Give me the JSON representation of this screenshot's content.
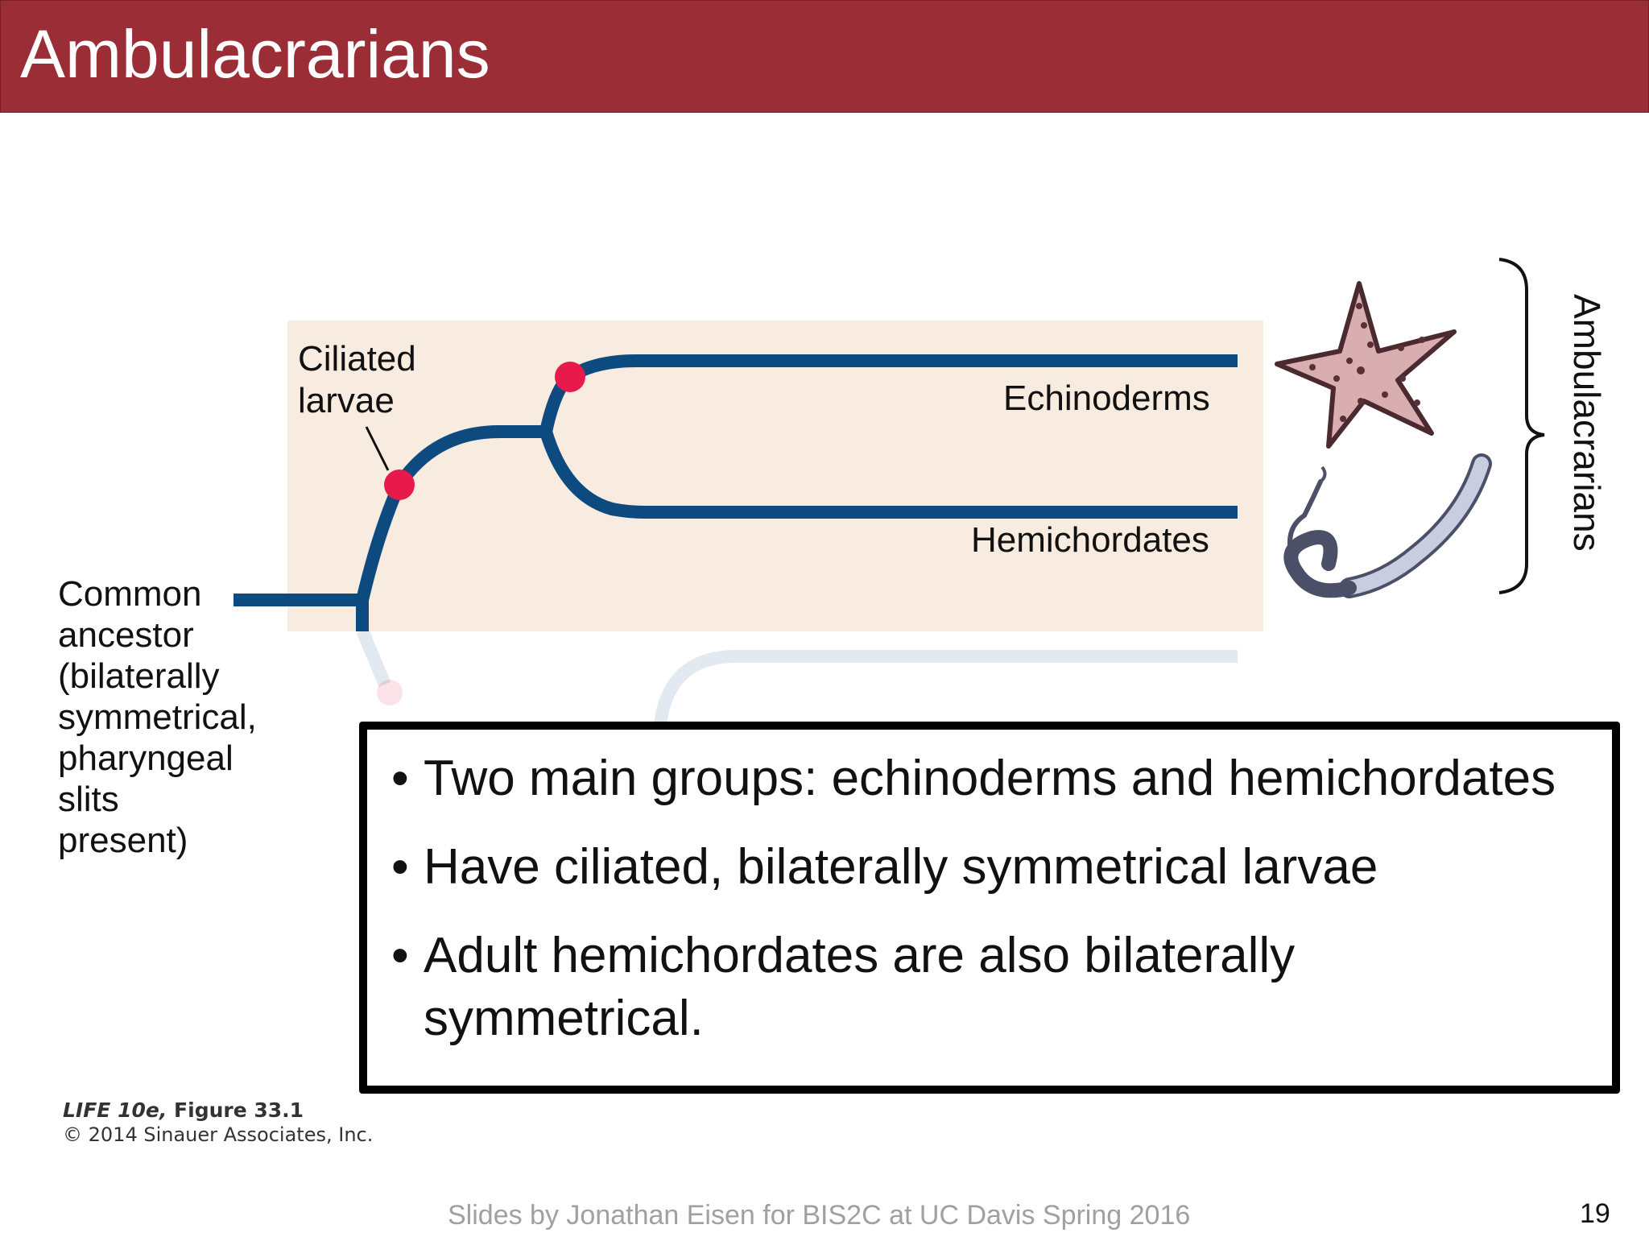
{
  "slide": {
    "title": "Ambulacrarians",
    "page_number": "19",
    "footer": "Slides by Jonathan Eisen for BIS2C at UC Davis Spring 2016"
  },
  "diagram": {
    "ancestor_lines": [
      "Common",
      "ancestor",
      "(bilaterally",
      "symmetrical,",
      "pharyngeal",
      "slits",
      "present)"
    ],
    "larvae_lines": [
      "Ciliated",
      "larvae"
    ],
    "echinoderms": "Echinoderms",
    "hemichordates": "Hemichordates",
    "clade_label": "Ambulacrarians",
    "colors": {
      "branch": "#0d4a80",
      "node": "#e8194b",
      "shade": "#f8ebe0"
    },
    "icons": [
      "starfish-icon",
      "acorn-worm-icon"
    ]
  },
  "bullets": [
    "Two main groups: echinoderms and hemichordates",
    "Have ciliated, bilaterally symmetrical larvae",
    "Adult hemichordates are also bilaterally symmetrical."
  ],
  "credit": {
    "figure_book": "LIFE 10e,",
    "figure_num": " Figure 33.1",
    "copyright": "© 2014 Sinauer Associates, Inc."
  }
}
